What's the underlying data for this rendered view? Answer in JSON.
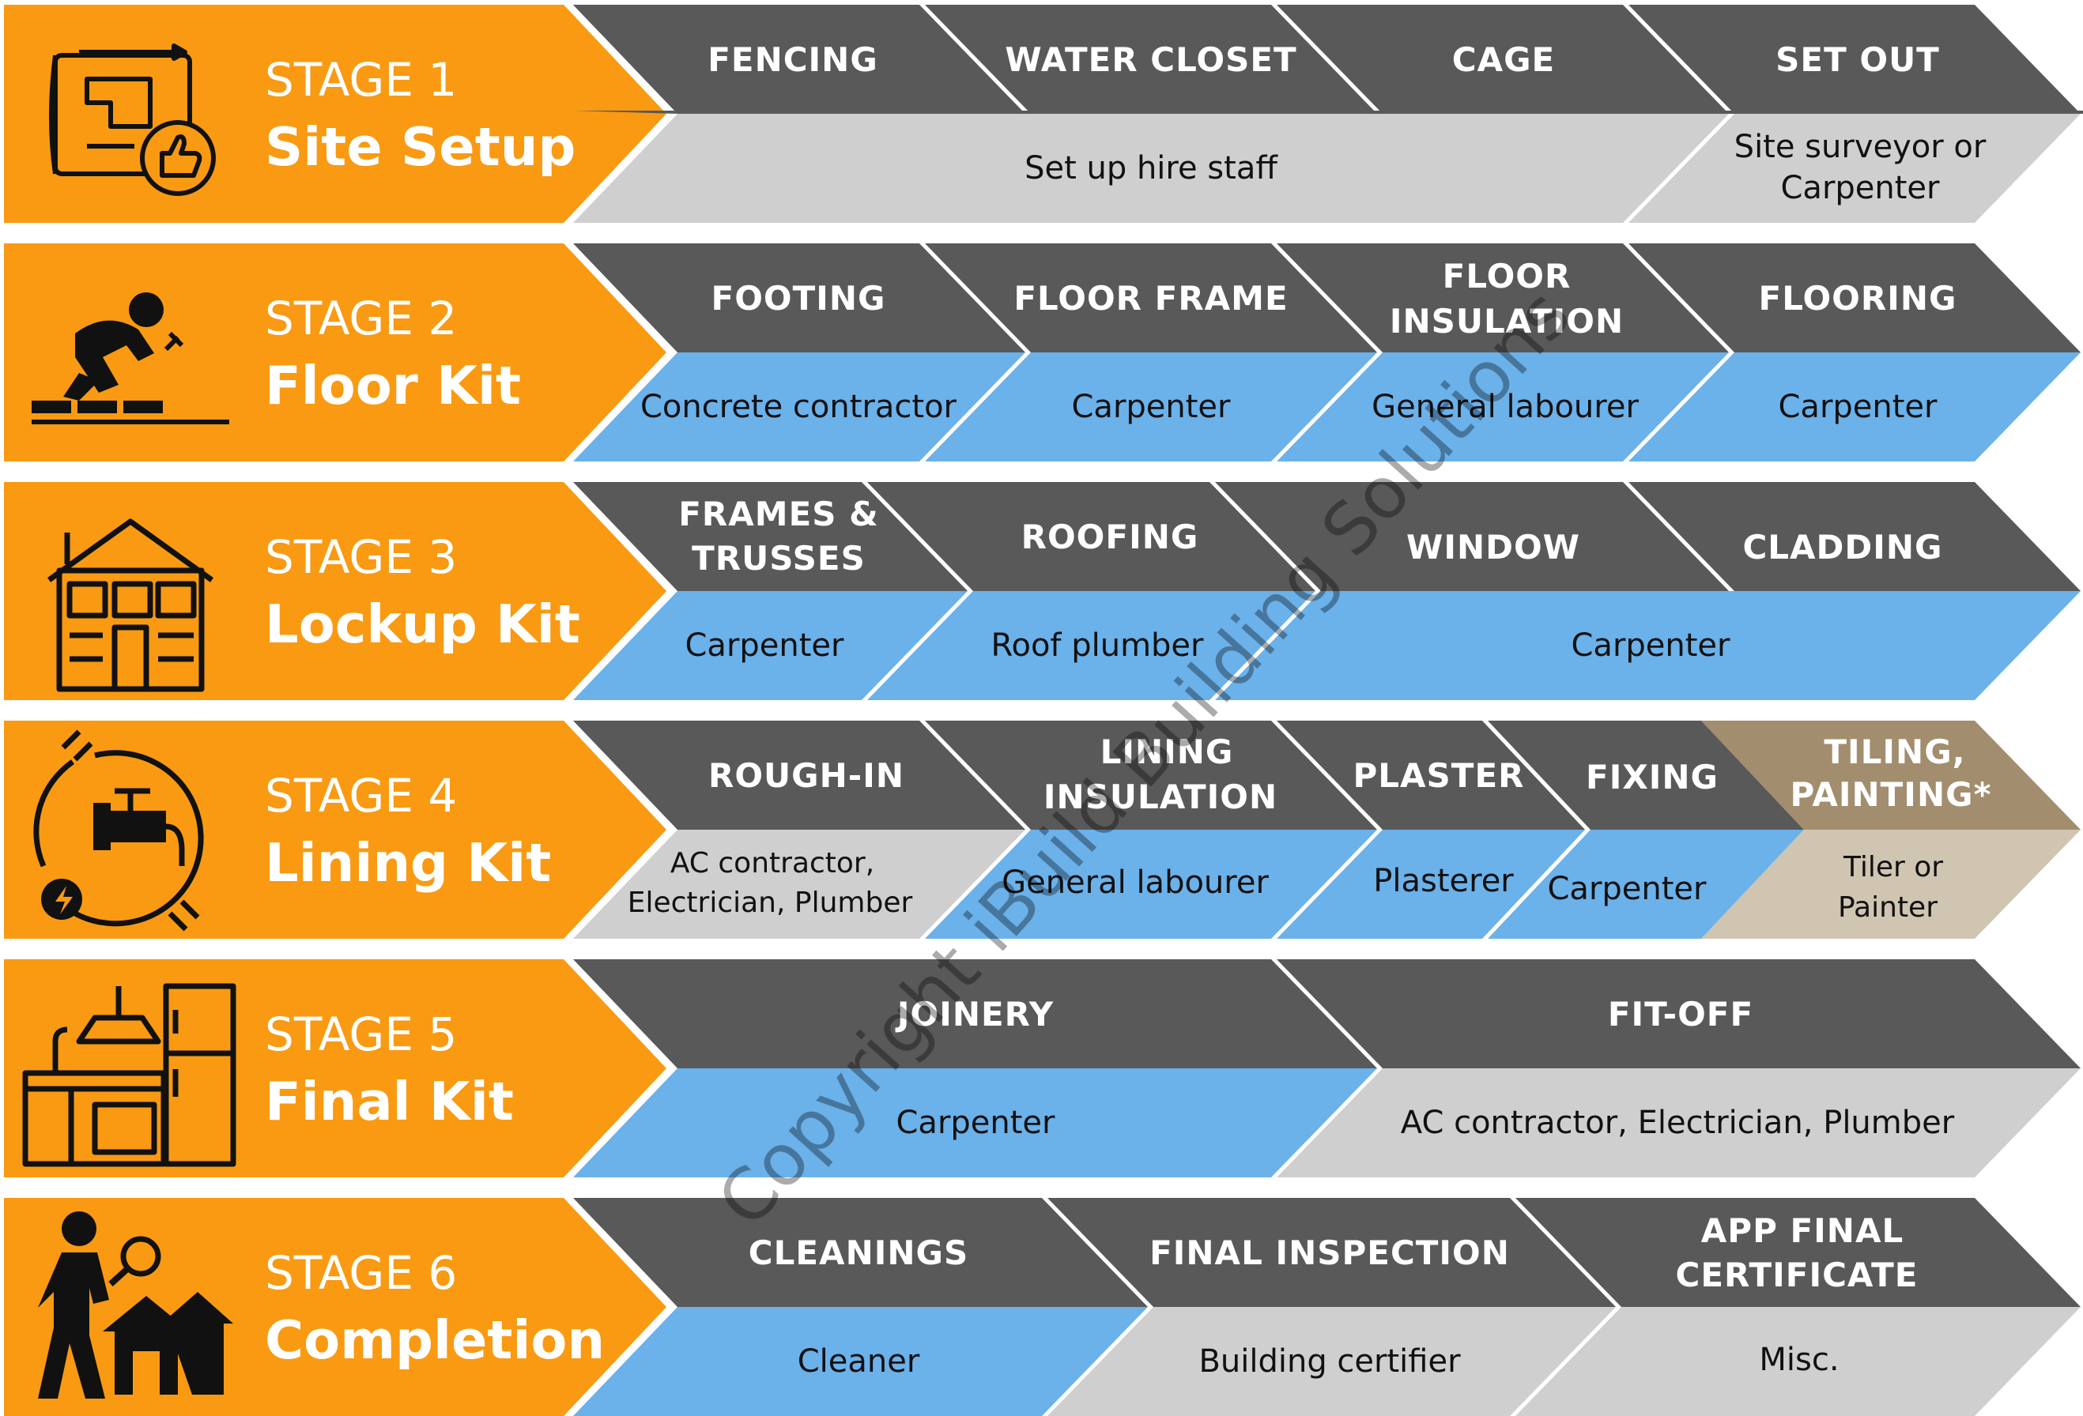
{
  "colors": {
    "orange": "#F99A12",
    "dark_grey": "#595959",
    "light_grey": "#CFCFCF",
    "blue": "#6BB1EA",
    "tan": "#A28D6E",
    "light_tan": "#D0C5B1",
    "icon": "#111111"
  },
  "stages": [
    {
      "number": "STAGE 1",
      "name": "Site Setup",
      "icon": "blueprint-thumbs-up-icon",
      "tasks": [
        "FENCING",
        "WATER CLOSET",
        "CAGE",
        "SET OUT"
      ],
      "trades": [
        "Set up hire staff",
        "Site surveyor or",
        "Carpenter"
      ]
    },
    {
      "number": "STAGE 2",
      "name": "Floor Kit",
      "icon": "worker-laying-floor-icon",
      "tasks": [
        "FOOTING",
        "FLOOR FRAME",
        "FLOOR",
        "INSULATION",
        "FLOORING"
      ],
      "trades": [
        "Concrete contractor",
        "Carpenter",
        "General labourer",
        "Carpenter"
      ]
    },
    {
      "number": "STAGE 3",
      "name": "Lockup Kit",
      "icon": "house-frame-icon",
      "tasks": [
        "FRAMES &",
        "TRUSSES",
        "ROOFING",
        "WINDOW",
        "CLADDING"
      ],
      "trades": [
        "Carpenter",
        "Roof plumber",
        "Carpenter"
      ]
    },
    {
      "number": "STAGE 4",
      "name": "Lining Kit",
      "icon": "tap-plug-electric-icon",
      "tasks": [
        "ROUGH-IN",
        "LINING",
        "INSULATION",
        "PLASTER",
        "FIXING",
        "TILING,",
        "PAINTING*"
      ],
      "trades": [
        "AC contractor,",
        "Electrician, Plumber",
        "General labourer",
        "Plasterer",
        "Carpenter",
        "Tiler or",
        "Painter"
      ]
    },
    {
      "number": "STAGE 5",
      "name": "Final Kit",
      "icon": "kitchen-icon",
      "tasks": [
        "JOINERY",
        "FIT-OFF"
      ],
      "trades": [
        "Carpenter",
        "AC contractor, Electrician, Plumber"
      ]
    },
    {
      "number": "STAGE 6",
      "name": "Completion",
      "icon": "inspector-house-icon",
      "tasks": [
        "CLEANINGS",
        "FINAL INSPECTION",
        "APP FINAL",
        "CERTIFICATE"
      ],
      "trades": [
        "Cleaner",
        "Building certifier",
        "Misc."
      ]
    }
  ],
  "watermark": "Copyright iBuild Building Solutions"
}
